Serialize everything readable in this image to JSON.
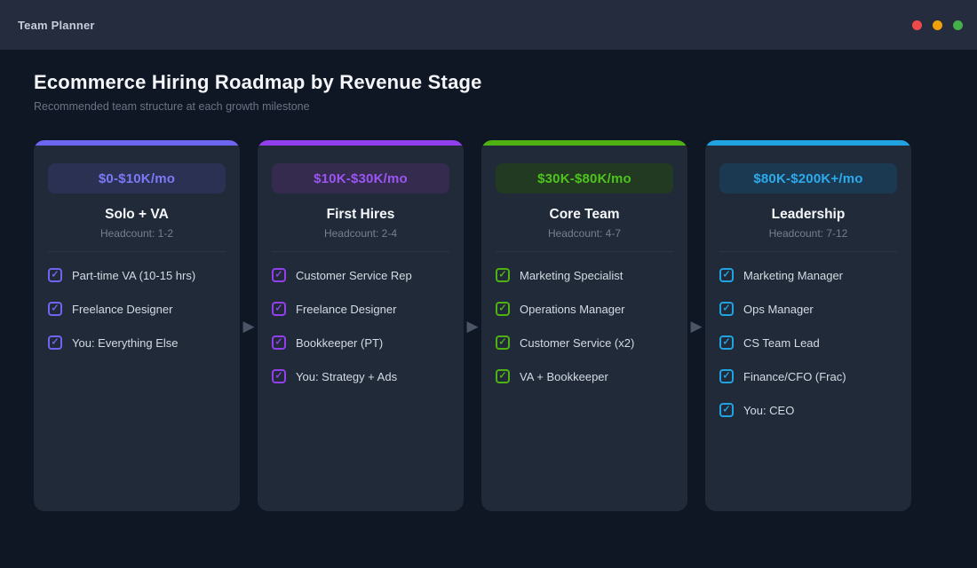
{
  "window": {
    "title": "Team Planner",
    "traffic_lights": {
      "red": "#ef4a4a",
      "yellow": "#f0a00a",
      "green": "#43b049"
    }
  },
  "page": {
    "title": "Ecommerce Hiring Roadmap by Revenue Stage",
    "subtitle": "Recommended team structure at each growth milestone"
  },
  "icons": {
    "check": "✓",
    "arrow_right": "▶"
  },
  "stages": [
    {
      "revenue": "$0-$10K/mo",
      "name": "Solo + VA",
      "headcount": "Headcount: 1-2",
      "accent": "#6d66f2",
      "pill_bg": "#2b3152",
      "pill_text": "#7c79f6",
      "items": [
        "Part-time VA (10-15 hrs)",
        "Freelance Designer",
        "You: Everything Else"
      ]
    },
    {
      "revenue": "$10K-$30K/mo",
      "name": "First Hires",
      "headcount": "Headcount: 2-4",
      "accent": "#9240ee",
      "pill_bg": "#342b4e",
      "pill_text": "#9b55f2",
      "items": [
        "Customer Service Rep",
        "Freelance Designer",
        "Bookkeeper (PT)",
        "You: Strategy + Ads"
      ]
    },
    {
      "revenue": "$30K-$80K/mo",
      "name": "Core Team",
      "headcount": "Headcount: 4-7",
      "accent": "#50b212",
      "pill_bg": "#223a21",
      "pill_text": "#4ec31d",
      "items": [
        "Marketing Specialist",
        "Operations Manager",
        "Customer Service (x2)",
        "VA + Bookkeeper"
      ]
    },
    {
      "revenue": "$80K-$200K+/mo",
      "name": "Leadership",
      "headcount": "Headcount: 7-12",
      "accent": "#21a3e2",
      "pill_bg": "#1b3a52",
      "pill_text": "#2caaec",
      "items": [
        "Marketing Manager",
        "Ops Manager",
        "CS Team Lead",
        "Finance/CFO (Frac)",
        "You: CEO"
      ]
    }
  ]
}
